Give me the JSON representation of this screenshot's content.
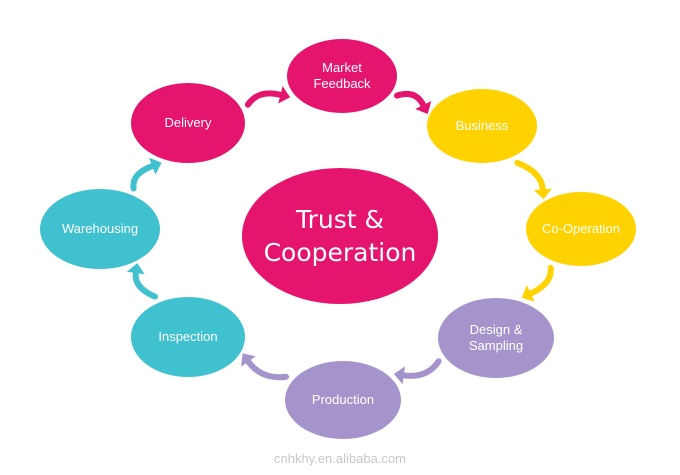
{
  "center": {
    "text": "Trust &\nCooperation",
    "color": "#e5146e"
  },
  "nodes": [
    {
      "id": "market-feedback",
      "label": "Market\nFeedback",
      "color": "#e5146e"
    },
    {
      "id": "business",
      "label": "Business",
      "color": "#ffd200"
    },
    {
      "id": "co-operation",
      "label": "Co-Operation",
      "color": "#ffd200"
    },
    {
      "id": "design-sampling",
      "label": "Design &\nSampling",
      "color": "#a594cc"
    },
    {
      "id": "production",
      "label": "Production",
      "color": "#a594cc"
    },
    {
      "id": "inspection",
      "label": "Inspection",
      "color": "#3fc1cf"
    },
    {
      "id": "warehousing",
      "label": "Warehousing",
      "color": "#3fc1cf"
    },
    {
      "id": "delivery",
      "label": "Delivery",
      "color": "#e5146e"
    }
  ],
  "flow_arrows": [
    {
      "from": "delivery",
      "to": "market-feedback",
      "color": "#e5146e"
    },
    {
      "from": "market-feedback",
      "to": "business",
      "color": "#e5146e"
    },
    {
      "from": "business",
      "to": "co-operation",
      "color": "#ffd200"
    },
    {
      "from": "co-operation",
      "to": "design-sampling",
      "color": "#ffd200"
    },
    {
      "from": "design-sampling",
      "to": "production",
      "color": "#a594cc"
    },
    {
      "from": "production",
      "to": "inspection",
      "color": "#a594cc"
    },
    {
      "from": "inspection",
      "to": "warehousing",
      "color": "#3fc1cf"
    },
    {
      "from": "warehousing",
      "to": "delivery",
      "color": "#3fc1cf"
    }
  ],
  "watermark": "cnhkhy.en.alibaba.com"
}
